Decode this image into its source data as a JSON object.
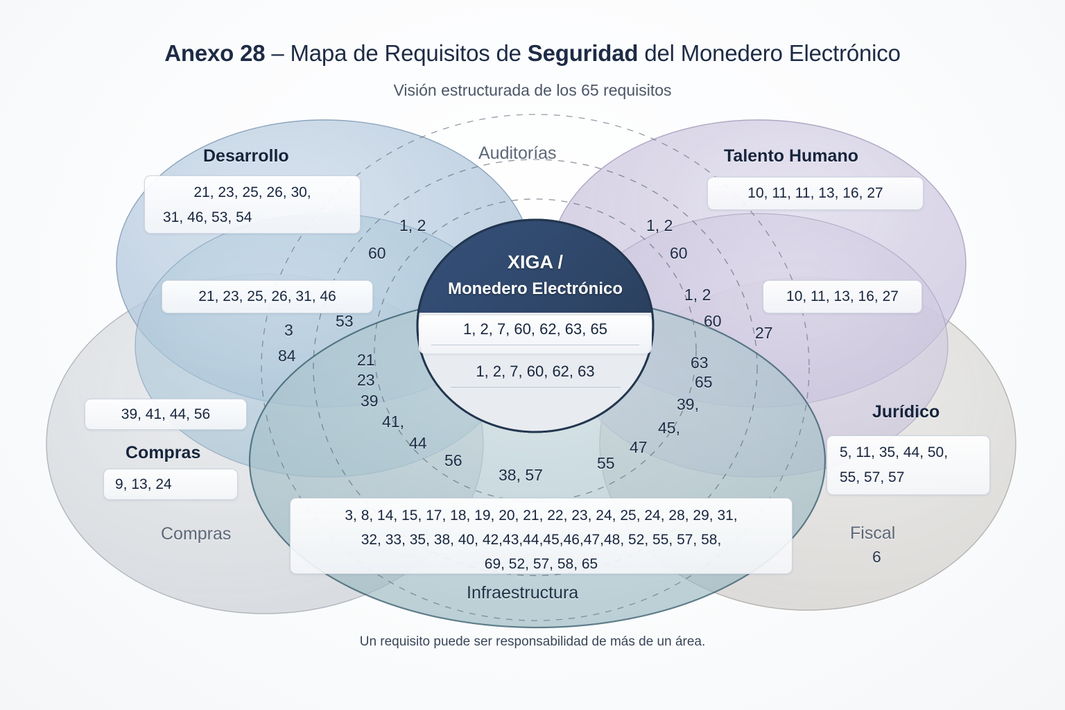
{
  "header": {
    "title_bold_1": "Anexo 28",
    "title_rest_1": " – Mapa de Requisitos de ",
    "title_bold_2": "Seguridad",
    "title_rest_2": " del Monedero Electrónico",
    "subtitle": "Visión estructurada de los 65 requisitos",
    "footnote": "Un requisito puede ser responsabilidad de más de un área."
  },
  "core": {
    "line1": "XIGA /",
    "line2": "Monedero Electrónico",
    "list_primary": "1, 2, 7, 60, 62, 63, 65",
    "list_secondary": "1, 2, 7, 60, 62, 63"
  },
  "areas": {
    "desarrollo": {
      "label": "Desarrollo",
      "list_outer": "21, 23, 25, 26, 30,\n31, 46, 53, 54",
      "list_outer_l1": "21, 23, 25, 26, 30,",
      "list_outer_l2": "31, 46, 53, 54",
      "list_inner": "21, 23, 25, 26, 31, 46"
    },
    "talento_humano": {
      "label": "Talento Humano",
      "list_outer": "10, 11, 11, 13, 16, 27",
      "list_inner": "10, 11, 13, 16, 27"
    },
    "auditorias": {
      "label": "Auditorías"
    },
    "compras": {
      "label_box": "Compras",
      "label_ellipse": "Compras",
      "list_top": "39, 41, 44, 56",
      "list_box": "9, 13, 24"
    },
    "juridico": {
      "label": "Jurídico",
      "list_l1": "5, 11, 35, 44, 50,",
      "list_l2": "55, 57, 57"
    },
    "fiscal": {
      "label": "Fiscal",
      "value": "6"
    },
    "infraestructura": {
      "label": "Infraestructura",
      "list_l1": "3, 8, 14, 15, 17, 18, 19, 20, 21, 22, 23, 24, 25, 24, 28, 29, 31,",
      "list_l2": "32, 33, 35, 38, 40, 42,43,44,45,46,47,48, 52, 55, 57, 58,",
      "list_l3": "69, 52, 57, 58, 65"
    }
  },
  "scatter": {
    "left_top_1": "1, 2",
    "left_top_2": "60",
    "left_53": "53",
    "left_3": "3",
    "left_84": "84",
    "left_21": "21",
    "left_23": "23",
    "left_39": "39",
    "left_41": "41,",
    "left_44": "44",
    "left_56": "56",
    "bottom_38_57": "38, 57",
    "right_top_1": "1, 2",
    "right_top_2": "60",
    "right_mid_1": "1, 2",
    "right_mid_2": "60",
    "right_27": "27",
    "right_63": "63",
    "right_65": "65",
    "right_39": "39,",
    "right_45": "45,",
    "right_47": "47",
    "right_55": "55"
  },
  "colors": {
    "core_fill": "#2e4566",
    "core_stroke": "#22364f",
    "desarrollo_fill": "#b9cbdd",
    "desarrollo_stroke": "#7e99b5",
    "desarrollo_inner_fill": "#a8c4d8",
    "talento_fill": "#d3cee1",
    "talento_stroke": "#a49cbb",
    "talento_inner_fill": "#c9c3dc",
    "compras_fill": "#dcdee1",
    "compras_stroke": "#aeb3ba",
    "fiscal_fill": "#dcdbd9",
    "fiscal_stroke": "#b3b0ac",
    "infra_fill": "#a9c3cb",
    "infra_stroke": "#3e6272",
    "dashed_stroke": "#66717f",
    "text_dark": "#17253d",
    "text_muted": "#5d6878"
  }
}
